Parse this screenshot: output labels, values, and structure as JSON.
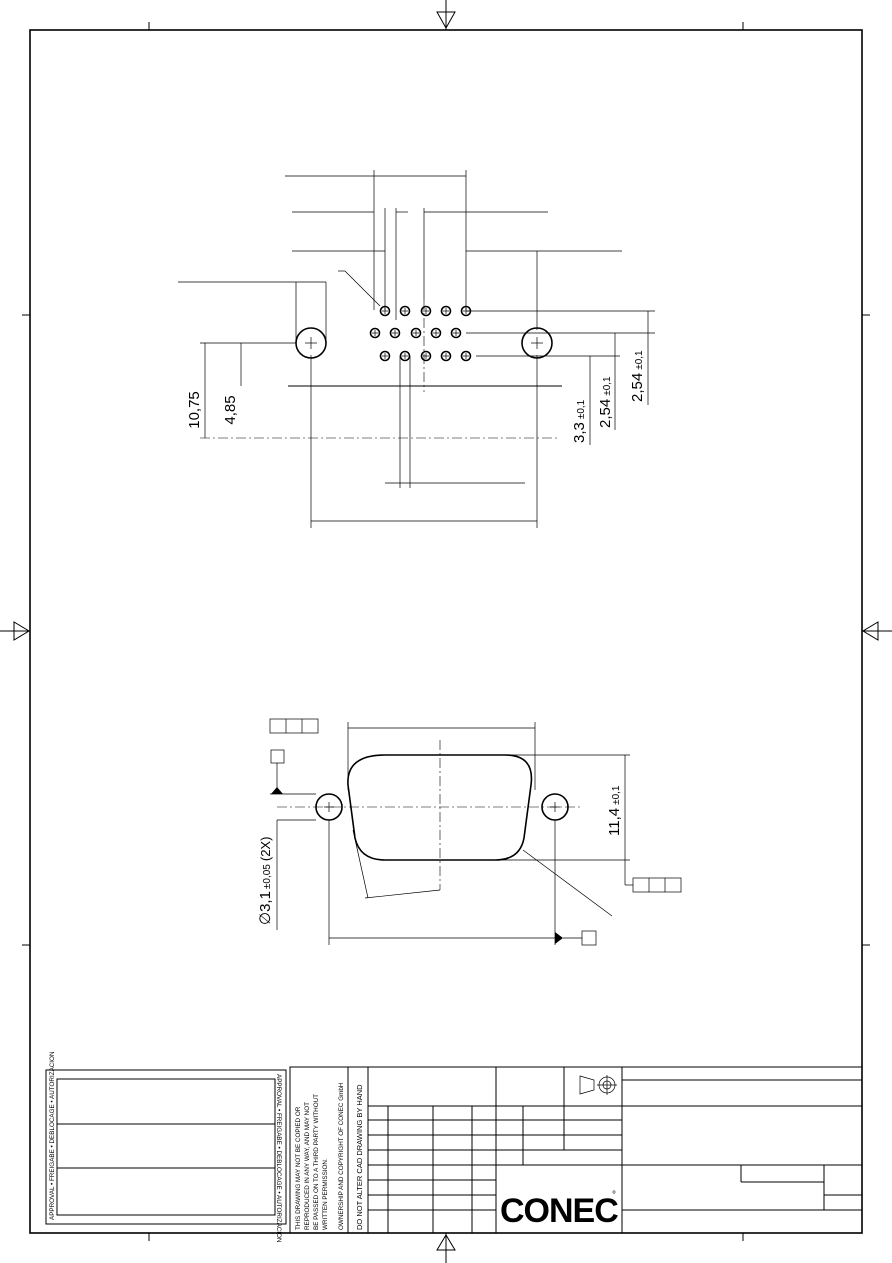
{
  "dimensions": {
    "d1": "10,75",
    "d2": "4,85",
    "d3": "3,3",
    "d3_tol": "±0,1",
    "d4": "2,54",
    "d4_tol": "±0,1",
    "d5": "2,54",
    "d5_tol": "±0,1",
    "d6": "11,4",
    "d6_tol": "±0,1",
    "d7": "∅3,1",
    "d7_tol": "±0,05",
    "d7_suffix": "(2X)"
  },
  "title_block": {
    "approval_label": "APPROVAL • FREIGABE • DEBLOCAGE • AUTORIZACION",
    "notice_lines": [
      "THIS DRAWING MAY NOT BE COPIED OR",
      "REPRODUCED IN ANY WAY, AND MAY NOT",
      "BE PASSED ON TO A THIRD PARTY WITHOUT",
      "WRITTEN PERMISSION.",
      "OWNERSHIP AND COPYRIGHT OF CONEC GmbH"
    ],
    "cad_notice": "DO NOT ALTER CAD DRAWING BY HAND",
    "logo": "CONEC",
    "logo_mark": "°"
  }
}
